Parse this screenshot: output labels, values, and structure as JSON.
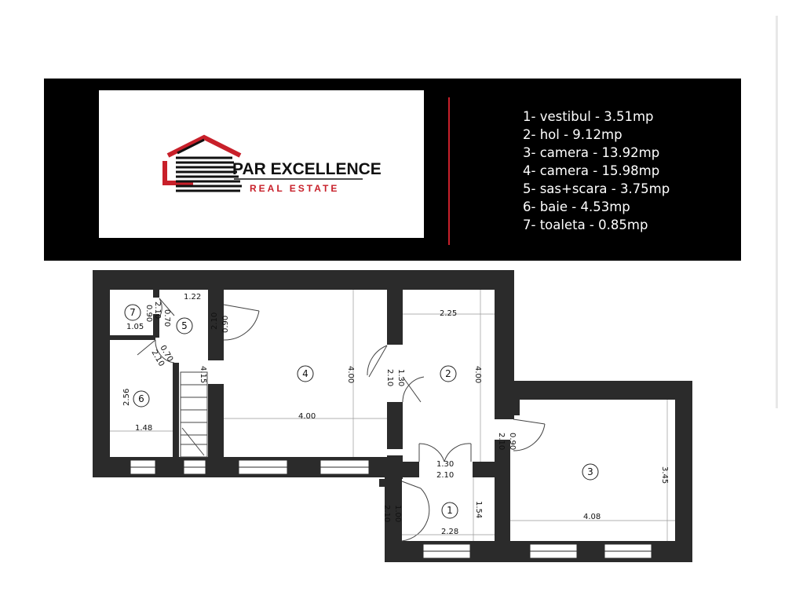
{
  "logo": {
    "name": "PAR EXCELLENCE",
    "tagline": "REAL ESTATE"
  },
  "legend": [
    "1- vestibul - 3.51mp",
    "2- hol - 9.12mp",
    "3- camera - 13.92mp",
    "4- camera - 15.98mp",
    "5- sas+scara - 3.75mp",
    "6- baie - 4.53mp",
    "7- toaleta - 0.85mp"
  ],
  "rooms": [
    "1",
    "2",
    "3",
    "4",
    "5",
    "6",
    "7"
  ],
  "dimensions": {
    "d1_22": "1.22",
    "d0_70a": "0.70",
    "d2_10a": "2.10",
    "d0_90a": "0.90",
    "d1_05": "1.05",
    "d2_10b": "2.10",
    "d0_90b": "0.90",
    "d0_70b": "0.70",
    "d2_10c": "2.10",
    "d4_15": "4.15",
    "d2_56": "2.56",
    "d1_48": "1.48",
    "d4_00h": "4.00",
    "d4_00v": "4.00",
    "d2_10d": "2.10",
    "d1_30": "1.30",
    "d2_25": "2.25",
    "d4_00v2": "4.00",
    "d0_90c": "0.90",
    "d2_10e": "2.10",
    "d1_30b": "1.30",
    "d2_10f": "2.10",
    "d3_45": "3.45",
    "d4_08": "4.08",
    "d2_10g": "2.10",
    "d1_00": "1.00",
    "d1_54": "1.54",
    "d2_28": "2.28"
  },
  "colors": {
    "accent": "#c8202a",
    "wall": "#2b2b2b",
    "banner": "#000000"
  }
}
